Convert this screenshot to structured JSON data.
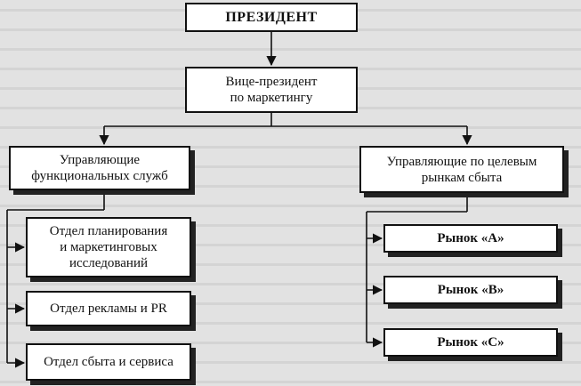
{
  "diagram": {
    "president": "ПРЕЗИДЕНТ",
    "vice_president": "Вице-президент\nпо маркетингу",
    "functional_managers": "Управляющие\nфункциональных служб",
    "market_managers": "Управляющие по целевым\nрынкам сбыта",
    "departments": [
      "Отдел планирования\nи маркетинговых\nисследований",
      "Отдел рекламы и PR",
      "Отдел сбыта и сервиса"
    ],
    "markets": [
      "Рынок «А»",
      "Рынок «В»",
      "Рынок «С»"
    ]
  }
}
